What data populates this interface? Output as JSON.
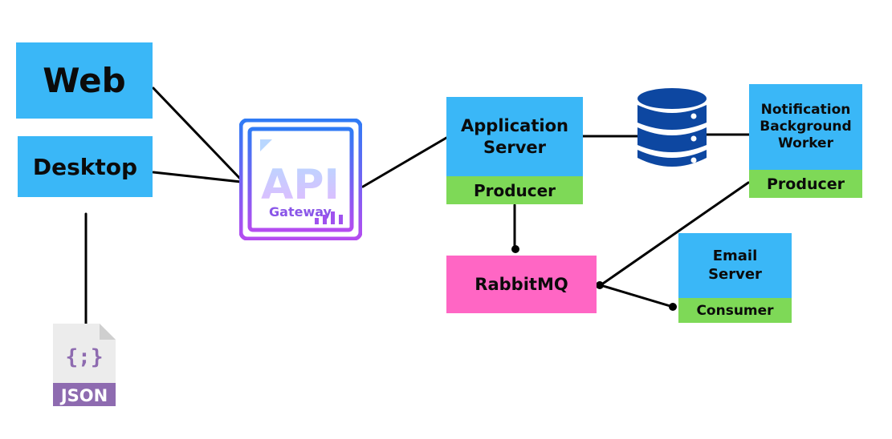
{
  "nodes": {
    "web": "Web",
    "desktop": "Desktop",
    "api_main": "API",
    "api_sub": "Gateway",
    "app_server": [
      "Application",
      "Server"
    ],
    "app_producer": "Producer",
    "notif_worker": [
      "Notification",
      "Background",
      "Worker"
    ],
    "notif_producer": "Producer",
    "rabbitmq": "RabbitMQ",
    "email_server": [
      "Email",
      "Server"
    ],
    "email_consumer": "Consumer",
    "json_label": "JSON",
    "json_glyph": "{;}"
  },
  "colors": {
    "blue": "#3ab7f7",
    "green": "#7ed957",
    "pink": "#ff66c4",
    "api_gradient_start": "#2f7bf5",
    "api_gradient_end": "#b44cf0",
    "json_purple": "#8e6bb0",
    "database": "#0d47a1"
  },
  "icons": {
    "api": "api-gateway-icon",
    "database": "database-icon",
    "json": "json-file-icon"
  }
}
